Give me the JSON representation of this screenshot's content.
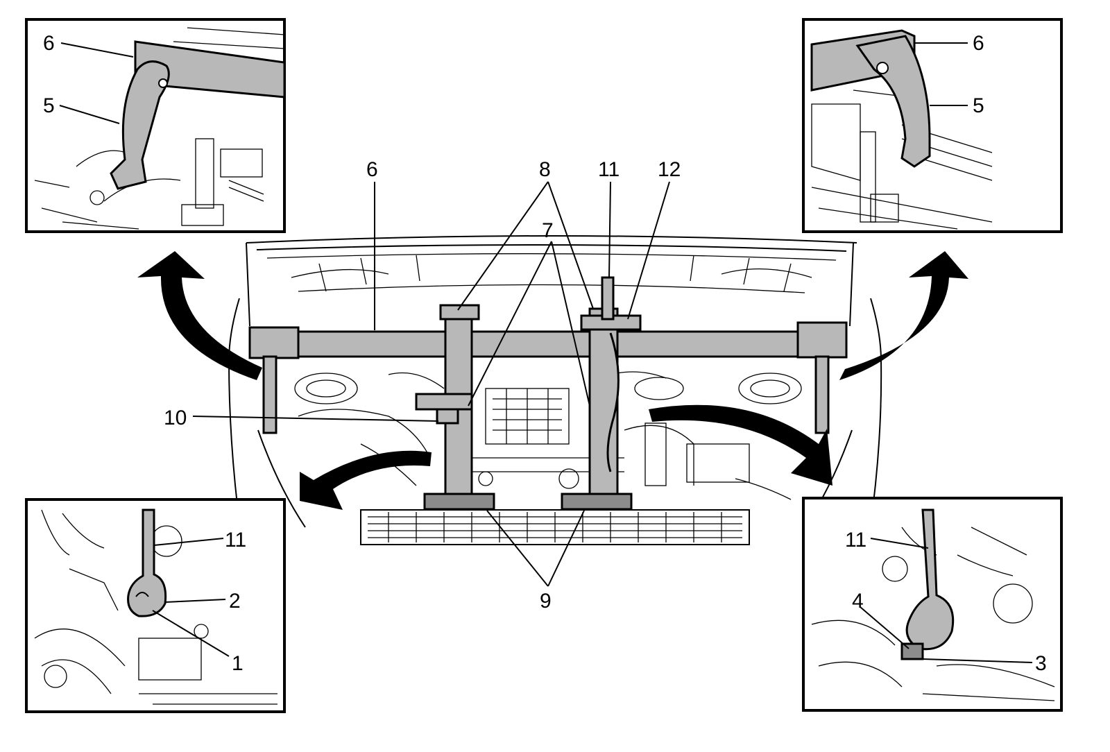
{
  "callouts": {
    "c1": "1",
    "c2": "2",
    "c3": "3",
    "c4": "4",
    "c5": "5",
    "c6": "6",
    "c7": "7",
    "c8": "8",
    "c9": "9",
    "c10": "10",
    "c11": "11",
    "c12": "12"
  },
  "colors": {
    "line": "#000000",
    "tool_fill": "#b8b8b8",
    "background": "#ffffff"
  }
}
